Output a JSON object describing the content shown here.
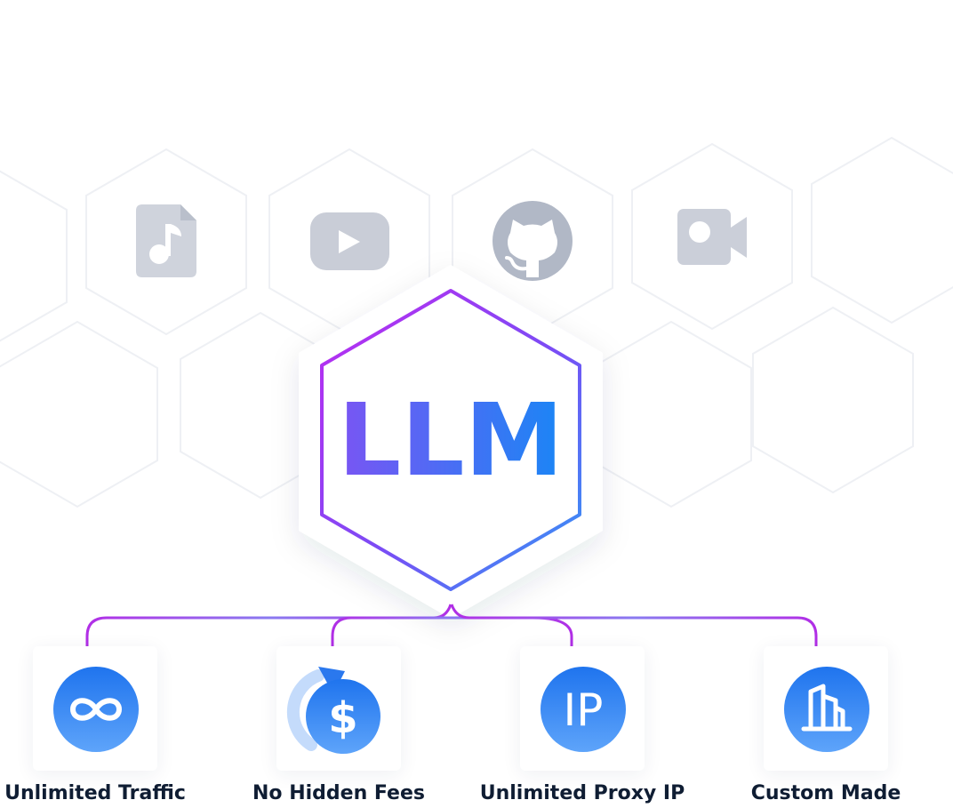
{
  "center": {
    "label": "LLM"
  },
  "source_icons": [
    "music-file-icon",
    "youtube-icon",
    "github-icon",
    "video-camera-icon"
  ],
  "features": [
    {
      "label": "Unlimited Traffic",
      "icon": "infinity-icon"
    },
    {
      "label": "No Hidden Fees",
      "icon": "dollar-refresh-icon"
    },
    {
      "label": "Unlimited Proxy IP",
      "icon_text": "IP",
      "icon": "ip-icon"
    },
    {
      "label": "Custom Made",
      "icon": "building-icon"
    }
  ],
  "colors": {
    "gradient_purple": "#b928f0",
    "gradient_violet": "#7a4cf5",
    "gradient_blue": "#2f86f5",
    "icon_gray": "#c7cbd6",
    "text_dark": "#0f1d33"
  }
}
